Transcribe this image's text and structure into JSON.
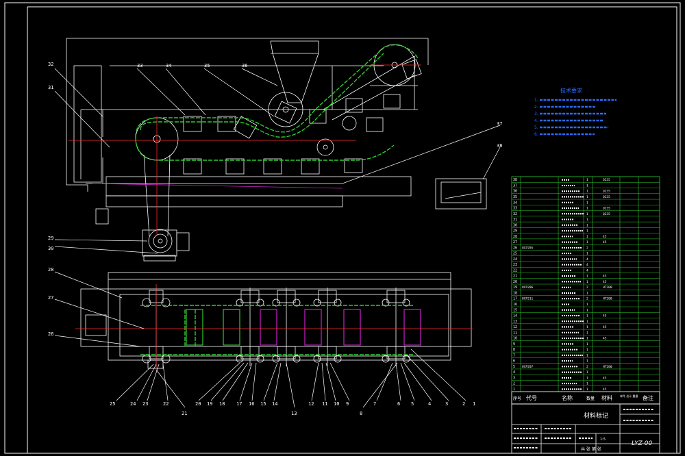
{
  "technical_requirements": {
    "title": "技术要求",
    "lines": [
      "1.",
      "2.",
      "3.",
      "4.",
      "5.",
      "6."
    ]
  },
  "parts_list": {
    "header": {
      "no": "序号",
      "code": "代号",
      "name": "名称",
      "qty": "数量",
      "material": "材料",
      "weight": "单件 总计 重量",
      "remark": "备注"
    },
    "rows": [
      {
        "no": "38",
        "qty": "1",
        "material": "Q235"
      },
      {
        "no": "37",
        "qty": "1"
      },
      {
        "no": "36",
        "qty": "1",
        "material": "Q235"
      },
      {
        "no": "35",
        "qty": "1",
        "material": "Q235"
      },
      {
        "no": "34",
        "qty": "1"
      },
      {
        "no": "33",
        "qty": "1",
        "material": "Q235"
      },
      {
        "no": "32",
        "qty": "1",
        "material": "Q235"
      },
      {
        "no": "31",
        "qty": "1"
      },
      {
        "no": "30",
        "qty": "1"
      },
      {
        "no": "29",
        "qty": "1"
      },
      {
        "no": "28",
        "qty": "1",
        "material": "45"
      },
      {
        "no": "27",
        "qty": "1",
        "material": "45"
      },
      {
        "no": "26",
        "code": "UCP205",
        "qty": "2"
      },
      {
        "no": "25",
        "qty": "1"
      },
      {
        "no": "24",
        "qty": "4"
      },
      {
        "no": "23",
        "qty": "4"
      },
      {
        "no": "22",
        "qty": "4"
      },
      {
        "no": "21",
        "qty": "1",
        "material": "45"
      },
      {
        "no": "20",
        "qty": "1",
        "material": "45"
      },
      {
        "no": "19",
        "code": "UCP206",
        "qty": "2",
        "material": "HT200"
      },
      {
        "no": "18",
        "qty": "1"
      },
      {
        "no": "17",
        "code": "UCP211",
        "qty": "2",
        "material": "HT200"
      },
      {
        "no": "16",
        "qty": "1"
      },
      {
        "no": "15",
        "qty": "1"
      },
      {
        "no": "14",
        "qty": "1",
        "material": "45"
      },
      {
        "no": "13",
        "qty": "1"
      },
      {
        "no": "12",
        "qty": "1",
        "material": "45"
      },
      {
        "no": "11",
        "qty": "1"
      },
      {
        "no": "10",
        "qty": "1",
        "material": "45"
      },
      {
        "no": "9",
        "qty": "1"
      },
      {
        "no": "8",
        "qty": "1"
      },
      {
        "no": "7",
        "qty": "1"
      },
      {
        "no": "6",
        "qty": "1"
      },
      {
        "no": "5",
        "code": "UCP207",
        "qty": "2",
        "material": "HT200"
      },
      {
        "no": "4",
        "qty": "1"
      },
      {
        "no": "3",
        "qty": "1",
        "material": "45"
      },
      {
        "no": "2",
        "qty": "1"
      },
      {
        "no": "1",
        "qty": "1",
        "material": "45"
      }
    ]
  },
  "title_block": {
    "material_mark": "材料标记",
    "drawing_no": "LYZ-00",
    "scale": "1:5",
    "sheet": "共 张 第 张"
  },
  "balloons": {
    "top_view": [
      "32",
      "31",
      "33",
      "34",
      "35",
      "36",
      "37",
      "38",
      "29",
      "30"
    ],
    "plan_view_left": [
      "28",
      "27",
      "26"
    ],
    "plan_view_bottom": [
      "25",
      "24",
      "23",
      "22",
      "21",
      "20",
      "19",
      "18",
      "17",
      "16",
      "15",
      "14",
      "13",
      "12",
      "11",
      "10",
      "9",
      "8",
      "7",
      "6",
      "5",
      "4",
      "3",
      "2",
      "1"
    ]
  },
  "colors": {
    "background": "#000000",
    "line": "#ffffff",
    "chain": "#2ecc2e",
    "centerline": "#ff2a2a",
    "tray": "#cc22cc",
    "text_blue": "#2b6bff"
  }
}
